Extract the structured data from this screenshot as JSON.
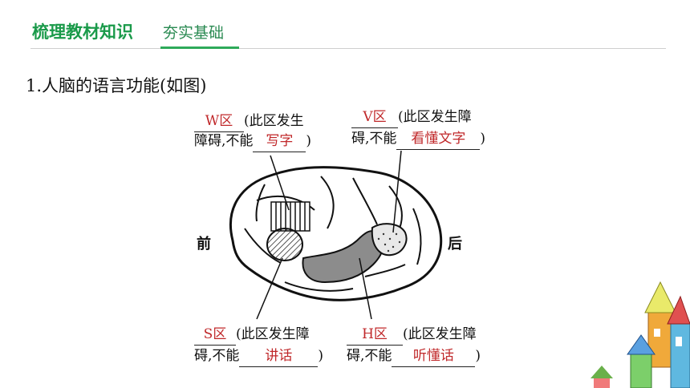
{
  "header": {
    "title": "梳理教材知识",
    "subtitle": "夯实基础"
  },
  "heading": "1.人脑的语言功能(如图)",
  "labels": {
    "w": {
      "area": "W区",
      "text1": "(此区发生",
      "text2": "障碍,不能",
      "answer": "写字",
      "close": ")"
    },
    "v": {
      "area": "V区",
      "text1": "(此区发生障",
      "text2": "碍,不能",
      "answer": "看懂文字",
      "close": ")"
    },
    "s": {
      "area": "S区",
      "text1": "(此区发生障",
      "text2": "碍,不能",
      "answer": "讲话",
      "close": ")"
    },
    "h": {
      "area": "H区",
      "text1": "(此区发生障",
      "text2": "碍,不能",
      "answer": "听懂话",
      "close": ")"
    }
  },
  "directions": {
    "front": "前",
    "back": "后"
  }
}
